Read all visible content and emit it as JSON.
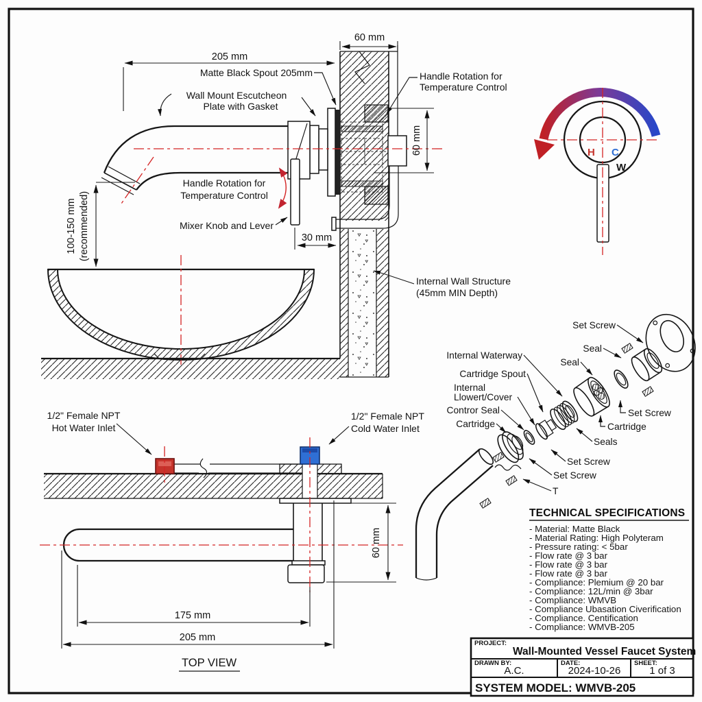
{
  "drawing": {
    "main_view": {
      "dim_205": "205 mm",
      "dim_60_wall": "60 mm",
      "dim_60_valve": "60 mm",
      "dim_30": "30 mm",
      "dim_height_l1": "100-150 mm",
      "dim_height_l2": "(recommended)",
      "label_spout": "Matte Black Spout 205mm",
      "label_escutcheon_l1": "Wall Mount Escutcheon",
      "label_escutcheon_l2": "Plate with Gasket",
      "label_handle_rotation_l1": "Handle Rotation for",
      "label_handle_rotation_l2": "Temperature Control",
      "label_mixer": "Mixer Knob and Lever",
      "label_wall_l1": "Internal Wall Structure",
      "label_wall_l2": "(45mm MIN Depth)"
    },
    "handle_symbol": {
      "hot": "H",
      "cold": "C",
      "warm": "W"
    },
    "bottom_view": {
      "label_hot_l1": "1/2\" Female NPT",
      "label_hot_l2": "Hot Water Inlet",
      "label_cold_l1": "1/2\" Female NPT",
      "label_cold_l2": "Cold Water Inlet",
      "dim_60": "60 mm",
      "dim_175": "175 mm",
      "dim_205": "205 mm",
      "title": "TOP VIEW"
    },
    "exploded_view": {
      "set_screw_top": "Set Screw",
      "seal_upper": "Seal",
      "seal_lower": "Seal",
      "internal_waterway": "Internal Waterway",
      "cartridge_spout": "Cartridge Spout",
      "internal_cover_l1": "Internal",
      "internal_cover_l2": "Llowert/Cover",
      "contror_seal": "Contror Seal",
      "cartridge_left": "Cartridge",
      "set_screw_right": "Set Screw",
      "cartridge_right": "Cartridge",
      "seals": "Seals",
      "set_screw_mid": "Set Screw",
      "set_screw_low": "Set Screw",
      "t_label": "T"
    },
    "specs": {
      "title": "TECHNICAL SPECIFICATIONS",
      "items": [
        "- Material: Matte Black",
        "- Material Rating: High Polyteram",
        "- Pressure rating: < 5bar",
        "- Flow rate @ 3 bar",
        "- Flow rate @ 3 bar",
        "- Flow rate @ 3 bar",
        "- Compliance: Plemium @ 20 bar",
        "- Compliance: 12L/min @ 3bar",
        "- Compliance: WMVB",
        "- Compliance Ubasation Civerification",
        "- Compliance. Centification",
        "- Compliance: WMVB-205"
      ]
    },
    "title_block": {
      "project_label": "PROJECT:",
      "project_value": "Wall-Mounted Vessel Faucet System",
      "drawn_by_label": "DRAWN BY:",
      "drawn_by_value": "A.C.",
      "date_label": "DATE:",
      "date_value": "2024-10-26",
      "sheet_label": "SHEET:",
      "sheet_value": "1 of 3",
      "model_value": "SYSTEM MODEL: WMVB-205"
    },
    "colors": {
      "hot": "#c5342c",
      "cold": "#2f6fd4",
      "centerline": "#d42424",
      "ink": "#161616"
    }
  }
}
